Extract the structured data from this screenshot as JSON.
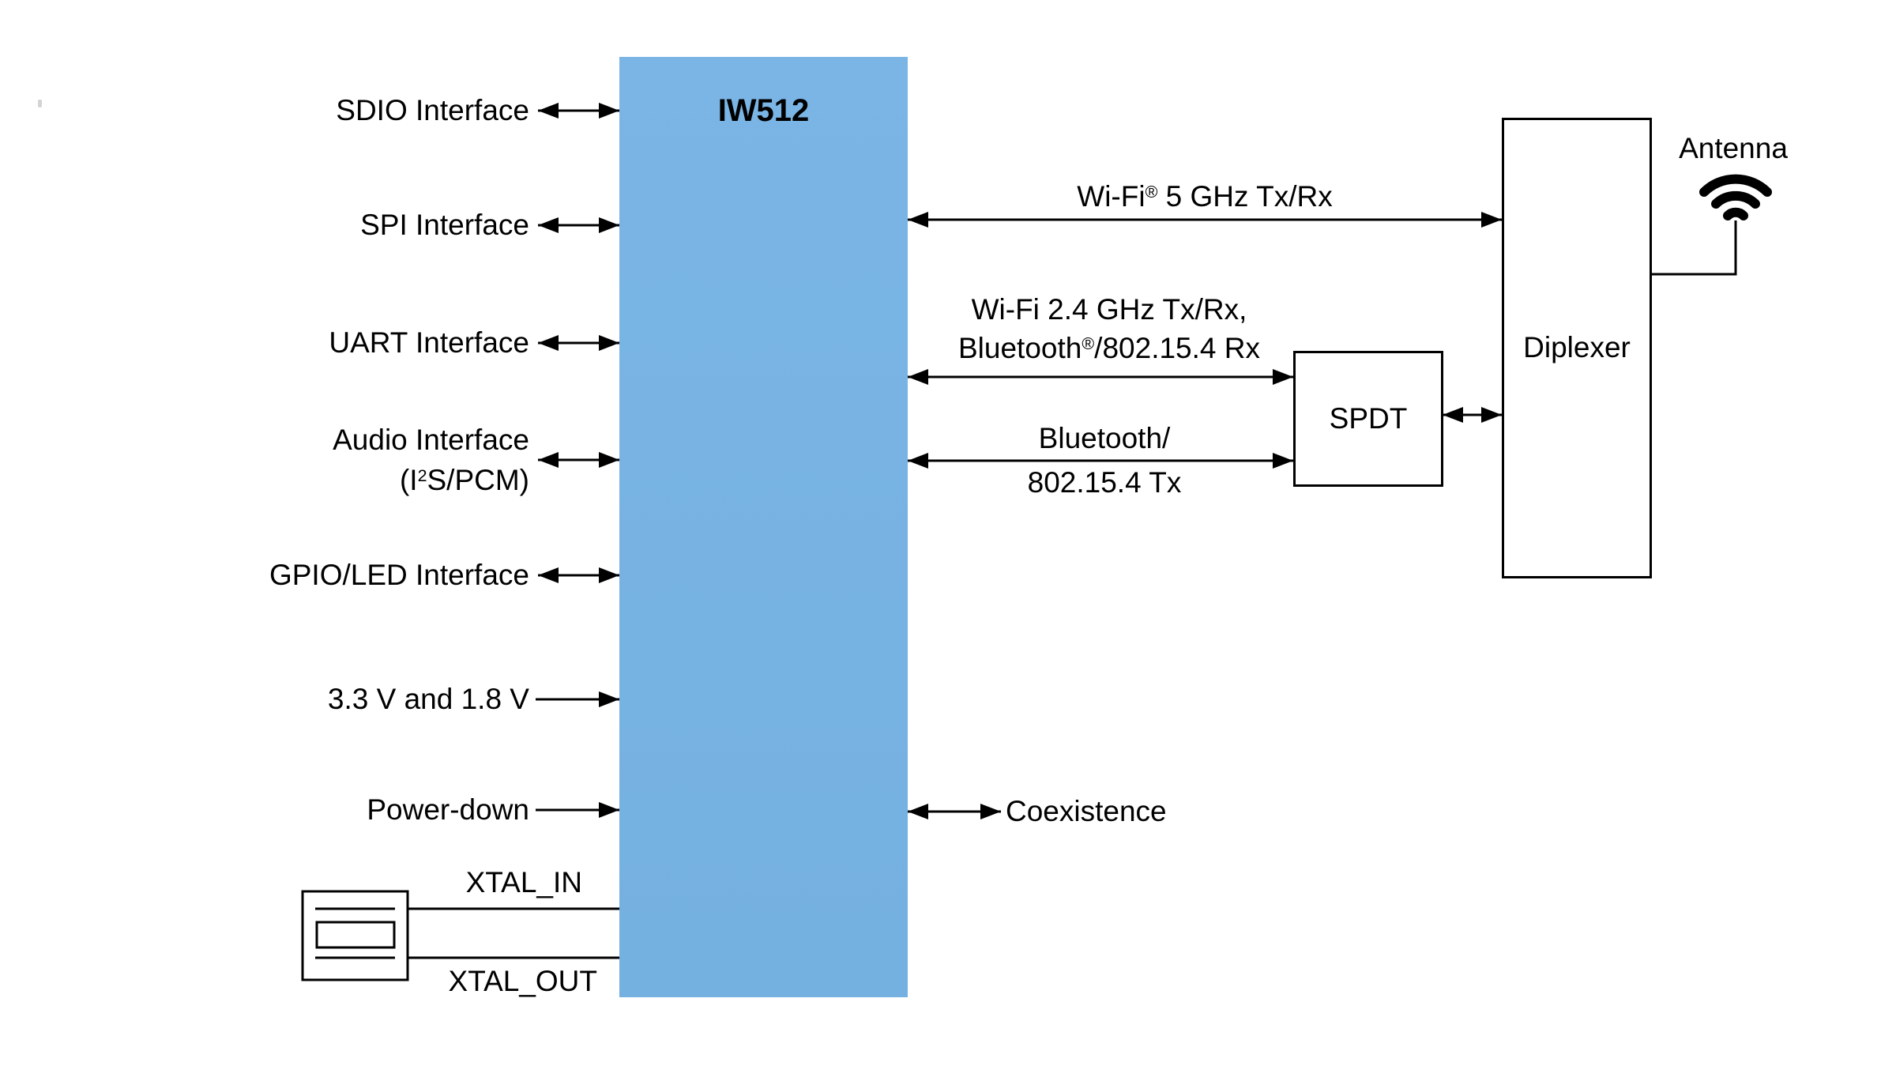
{
  "chip": {
    "label": "IW512"
  },
  "left_ports": {
    "sdio": {
      "label": "SDIO Interface"
    },
    "spi": {
      "label": "SPI Interface"
    },
    "uart": {
      "label": "UART Interface"
    },
    "audio": {
      "line1": "Audio Interface",
      "line2_pre": "(I",
      "line2_sup": "2",
      "line2_post": "S/PCM)"
    },
    "gpio": {
      "label": "GPIO/LED Interface"
    },
    "power": {
      "label": "3.3 V and 1.8 V"
    },
    "power_down": {
      "label": "Power-down"
    },
    "xtal_in": {
      "label": "XTAL_IN"
    },
    "xtal_out": {
      "label": "XTAL_OUT"
    }
  },
  "rf_labels": {
    "wifi5": {
      "pre": "Wi-Fi",
      "sup": "®",
      "post": " 5 GHz Tx/Rx"
    },
    "wifi24_bt_rx": {
      "line1": "Wi-Fi 2.4 GHz Tx/Rx,",
      "line2_pre": "Bluetooth",
      "line2_sup": "®",
      "line2_post": "/802.15.4 Rx"
    },
    "bt_tx": {
      "line1": "Bluetooth/",
      "line2": "802.15.4 Tx"
    },
    "coexistence": {
      "label": "Coexistence"
    }
  },
  "blocks": {
    "spdt": {
      "label": "SPDT"
    },
    "diplexer": {
      "label": "Diplexer"
    },
    "antenna": {
      "label": "Antenna"
    }
  },
  "colors": {
    "chip_fill": "#76B2E2",
    "stroke": "#000000",
    "background": "#FFFFFF"
  }
}
